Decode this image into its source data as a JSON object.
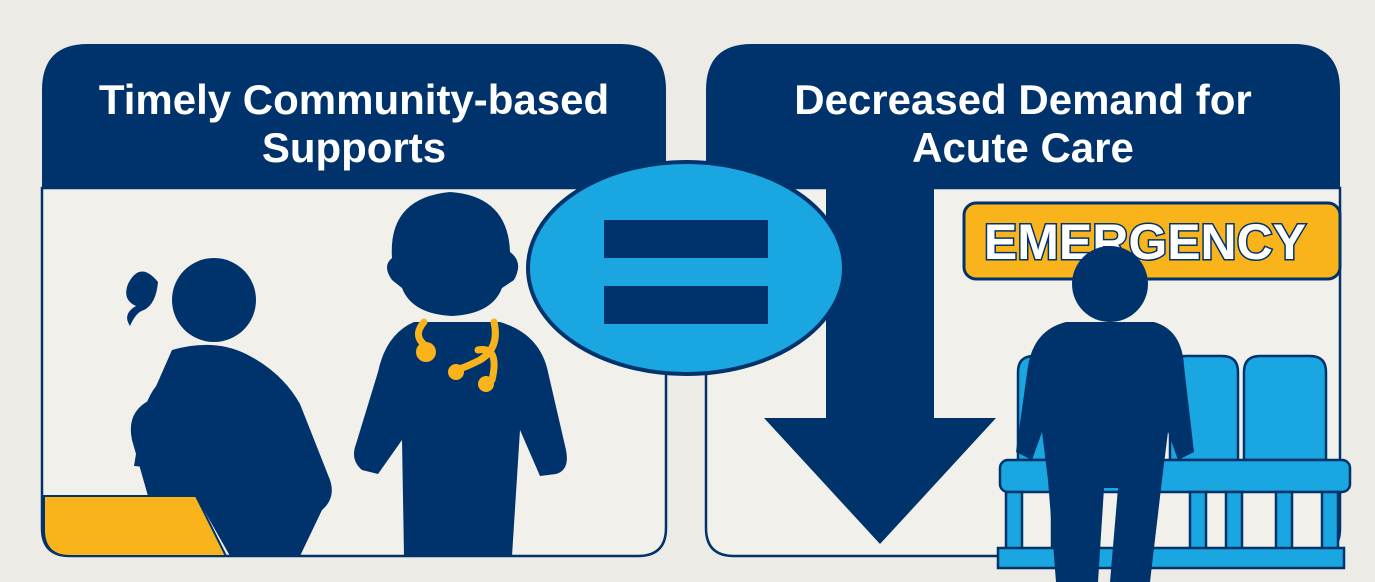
{
  "left_panel": {
    "title_lines": [
      "Timely Community-based",
      "Supports"
    ]
  },
  "right_panel": {
    "title_lines": [
      "Decreased Demand for",
      "Acute Care"
    ],
    "sign_text": "EMERGENCY"
  },
  "center": {
    "symbol": "equals-sign"
  },
  "colors": {
    "navy": "#00336b",
    "light_blue": "#1aa6e0",
    "gold": "#f9b31b",
    "background": "#ecebe6"
  }
}
